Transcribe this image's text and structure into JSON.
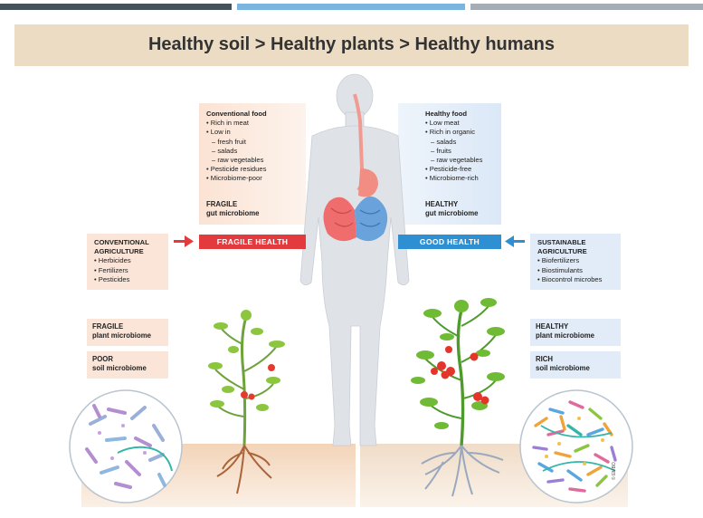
{
  "title": "Healthy soil > Healthy plants > Healthy humans",
  "colors": {
    "bar_left": "#44525a",
    "bar_mid": "#7bb4de",
    "bar_right": "#a4aeb4",
    "title_band": "#ecdcc3",
    "fragile_red": "#e23a3d",
    "healthy_blue": "#2e8fd3",
    "fragile_bg": "#fbe5d8",
    "healthy_bg": "#e1ecf8"
  },
  "conventional_food": {
    "heading": "Conventional food",
    "items": [
      "• Rich in meat",
      "• Low in",
      "   – fresh fruit",
      "   – salads",
      "   – raw vegetables",
      "• Pesticide residues",
      "• Microbiome-poor"
    ]
  },
  "healthy_food": {
    "heading": "Healthy food",
    "items": [
      "• Low meat",
      "• Rich in organic",
      "   – salads",
      "   – fruits",
      "   – raw vegetables",
      "• Pesticide-free",
      "• Microbiome-rich"
    ]
  },
  "fragile_gut": {
    "line1": "FRAGILE",
    "line2": "gut microbiome"
  },
  "healthy_gut": {
    "line1": "HEALTHY",
    "line2": "gut microbiome"
  },
  "conventional_agriculture": {
    "line1": "CONVENTIONAL",
    "line2": "AGRICULTURE",
    "items": [
      "• Herbicides",
      "• Fertilizers",
      "• Pesticides"
    ]
  },
  "sustainable_agriculture": {
    "line1": "SUSTAINABLE",
    "line2": "AGRICULTURE",
    "items": [
      "• Biofertilizers",
      "• Biostimulants",
      "• Biocontrol microbes"
    ]
  },
  "fragile_health": "FRAGILE HEALTH",
  "good_health": "GOOD HEALTH",
  "fragile_plant": {
    "line1": "FRAGILE",
    "line2": "plant microbiome"
  },
  "poor_soil": {
    "line1": "POOR",
    "line2": "soil microbiome"
  },
  "healthy_plant": {
    "line1": "HEALTHY",
    "line2": "plant microbiome"
  },
  "rich_soil": {
    "line1": "RICH",
    "line2": "soil microbiome"
  },
  "copyright": "© EMBO"
}
